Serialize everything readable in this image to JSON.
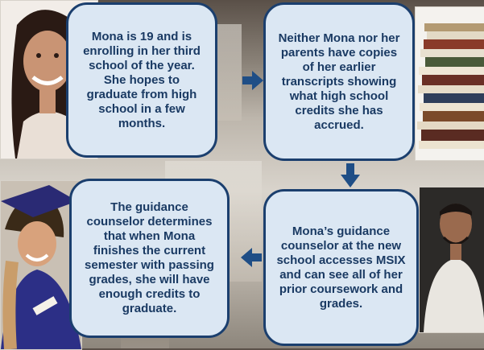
{
  "steps": [
    {
      "text": "Mona is 19 and is enrolling in her third school of the year. She hopes to graduate from high school in a few months.",
      "photo": "smiling-student-portrait"
    },
    {
      "text": "Neither Mona nor her parents have copies of her earlier transcripts showing what high school credits she has accrued.",
      "photo": "stack-of-books"
    },
    {
      "text": "Mona’s guidance counselor at the new school accesses MSIX and can see all of her prior coursework and grades.",
      "photo": "guidance-counselor-portrait"
    },
    {
      "text": "The guidance counselor determines that when Mona finishes the current semester with passing grades, she will have enough credits to graduate.",
      "photo": "graduate-in-cap-and-gown"
    }
  ],
  "colors": {
    "card_fill": "#dbe7f3",
    "card_border": "#1b3f6e",
    "card_text": "#1a3a63",
    "arrow": "#1f4e86"
  }
}
